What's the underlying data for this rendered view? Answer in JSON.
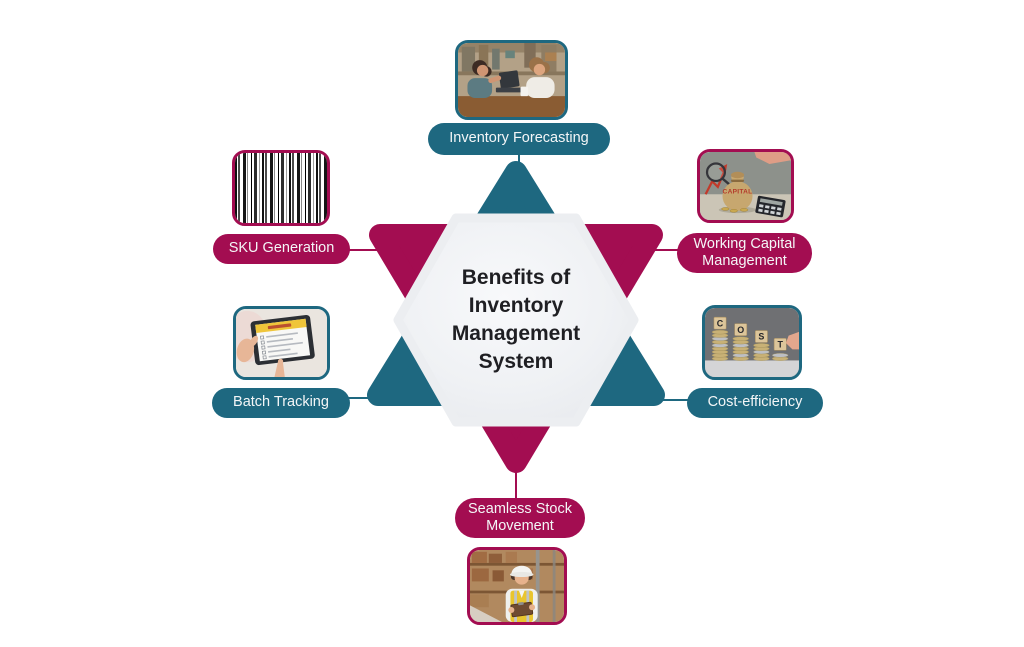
{
  "page": {
    "background_color": "#ffffff"
  },
  "colors": {
    "teal": "#1e6880",
    "maroon": "#a30d51",
    "hexagon_fill": "#eceef1",
    "title_text": "#1f1f23",
    "pill_text": "#f4f6f7"
  },
  "center": {
    "title": "Benefits of Inventory Management System",
    "title_lines": [
      "Benefits of",
      "Inventory",
      "Management",
      "System"
    ]
  },
  "nodes": [
    {
      "id": "inventory-forecasting",
      "label": "Inventory Forecasting",
      "color": "teal",
      "image": "two-colleagues-with-laptop-in-warehouse-photo"
    },
    {
      "id": "sku-generation",
      "label": "SKU Generation",
      "color": "maroon",
      "image": "barcode-photo"
    },
    {
      "id": "working-capital-management",
      "label": "Working Capital Management",
      "color": "maroon",
      "image": "money-bag-magnifier-calculator-photo",
      "image_text": "CAPITAL"
    },
    {
      "id": "cost-efficiency",
      "label": "Cost-efficiency",
      "color": "teal",
      "image": "cost-letter-blocks-on-coin-stacks-photo",
      "image_letters": [
        "C",
        "O",
        "S",
        "T"
      ]
    },
    {
      "id": "batch-tracking",
      "label": "Batch Tracking",
      "color": "teal",
      "image": "hands-holding-tablet-tracking-list-photo"
    },
    {
      "id": "seamless-stock-movement",
      "label": "Seamless Stock Movement",
      "color": "maroon",
      "image": "warehouse-worker-with-clipboard-photo"
    }
  ]
}
